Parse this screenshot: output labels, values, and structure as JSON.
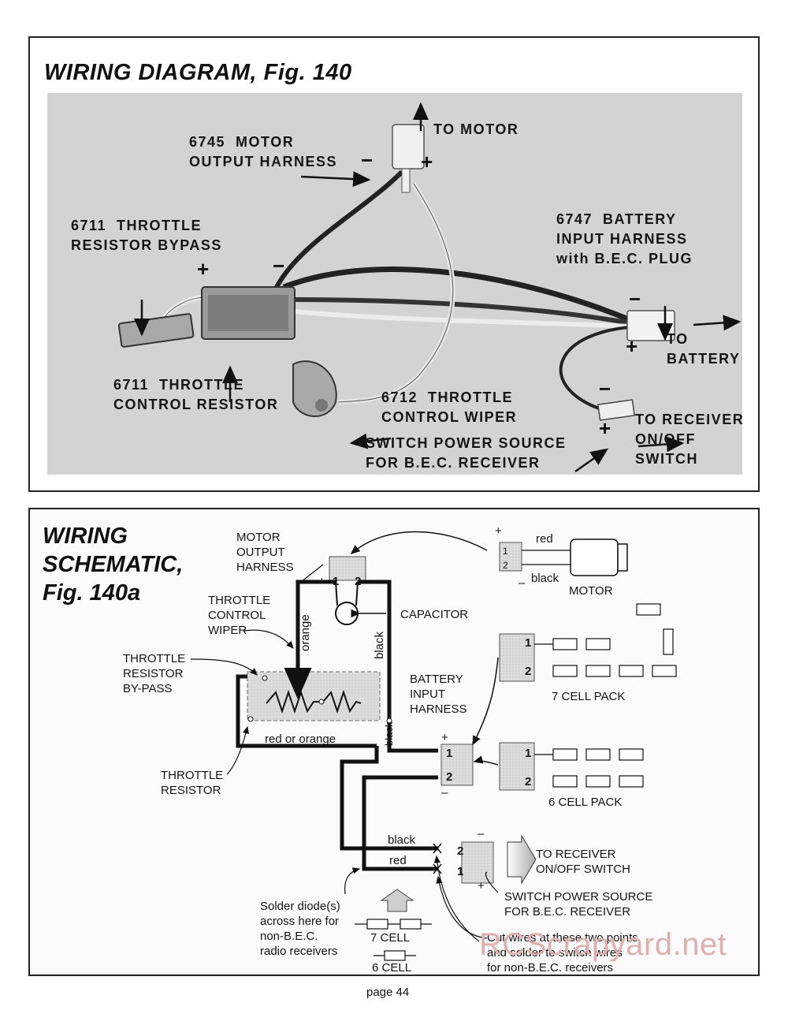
{
  "figure1": {
    "title": "WIRING DIAGRAM, Fig. 140",
    "labels": {
      "motor_harness": "6745  MOTOR\nOUTPUT HARNESS",
      "to_motor": "TO MOTOR",
      "bypass": "6711  THROTTLE\nRESISTOR BYPASS",
      "battery_harness": "6747  BATTERY\nINPUT HARNESS\nwith B.E.C. PLUG",
      "to_battery": "TO\nBATTERY",
      "control_resistor": "6711  THROTTLE\nCONTROL RESISTOR",
      "wiper": "6712  THROTTLE\nCONTROL WIPER",
      "switch_source": "SWITCH POWER SOURCE\nFOR B.E.C. RECEIVER",
      "to_receiver": "TO RECEIVER\nON/OFF\nSWITCH"
    },
    "signs": {
      "plus": "+",
      "minus": "−"
    }
  },
  "figure2": {
    "title_lines": [
      "WIRING",
      "SCHEMATIC,",
      "Fig. 140a"
    ],
    "labels": {
      "motor_output_harness": "MOTOR\nOUTPUT\nHARNESS",
      "capacitor": "CAPACITOR",
      "motor": "MOTOR",
      "red": "red",
      "black": "black",
      "orange": "orange",
      "throttle_control_wiper": "THROTTLE\nCONTROL\nWIPER",
      "throttle_resistor_bypass": "THROTTLE\nRESISTOR\nBY-PASS",
      "battery_input_harness": "BATTERY\nINPUT\nHARNESS",
      "seven_cell_pack": "7 CELL PACK",
      "six_cell_pack": "6 CELL PACK",
      "red_or_orange": "red or orange",
      "throttle_resistor": "THROTTLE\nRESISTOR",
      "to_receiver_switch": "TO RECEIVER\nON/OFF SWITCH",
      "switch_power_source": "SWITCH POWER SOURCE\nFOR B.E.C. RECEIVER",
      "solder_diodes": "Solder diode(s)\nacross here for\nnon-B.E.C.\nradio receivers",
      "seven_cell": "7 CELL",
      "six_cell": "6 CELL",
      "cut_wires": "Cut wires at these two points\nand solder to switch wires\nfor non-B.E.C. receivers"
    },
    "pin_labels": {
      "one": "1",
      "two": "2",
      "plus": "+",
      "minus": "–"
    }
  },
  "footer": {
    "page": "page 44",
    "watermark": "RCScrapyard.net"
  }
}
